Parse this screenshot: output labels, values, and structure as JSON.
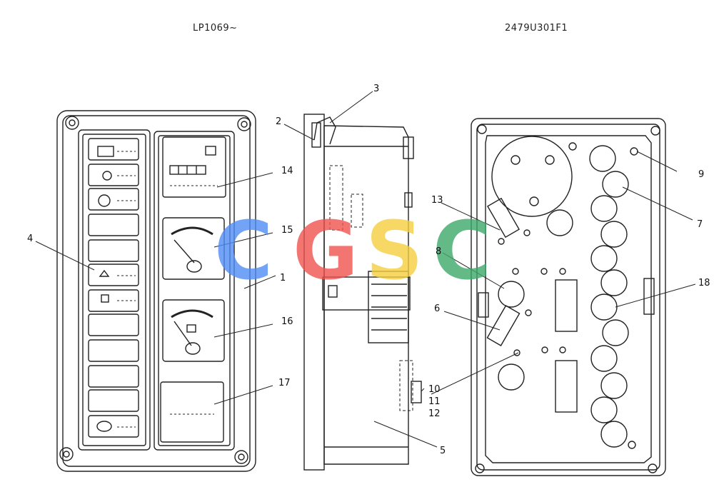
{
  "header": {
    "left_code": "LP1069~",
    "right_code": "2479U301F1"
  },
  "watermark": {
    "letters": [
      "C",
      "G",
      "S",
      "C"
    ],
    "colors": [
      "#4f8df5",
      "#ef5350",
      "#f6cf3f",
      "#3daa6a"
    ]
  },
  "callouts": [
    {
      "id": "c1",
      "label": "1"
    },
    {
      "id": "c2",
      "label": "2"
    },
    {
      "id": "c3",
      "label": "3"
    },
    {
      "id": "c4",
      "label": "4"
    },
    {
      "id": "c5",
      "label": "5"
    },
    {
      "id": "c6",
      "label": "6"
    },
    {
      "id": "c7",
      "label": "7"
    },
    {
      "id": "c8",
      "label": "8"
    },
    {
      "id": "c9",
      "label": "9"
    },
    {
      "id": "c10",
      "label": "10"
    },
    {
      "id": "c11",
      "label": "11"
    },
    {
      "id": "c12",
      "label": "12"
    },
    {
      "id": "c13",
      "label": "13"
    },
    {
      "id": "c14",
      "label": "14"
    },
    {
      "id": "c15",
      "label": "15"
    },
    {
      "id": "c16",
      "label": "16"
    },
    {
      "id": "c17",
      "label": "17"
    },
    {
      "id": "c18",
      "label": "18"
    }
  ]
}
